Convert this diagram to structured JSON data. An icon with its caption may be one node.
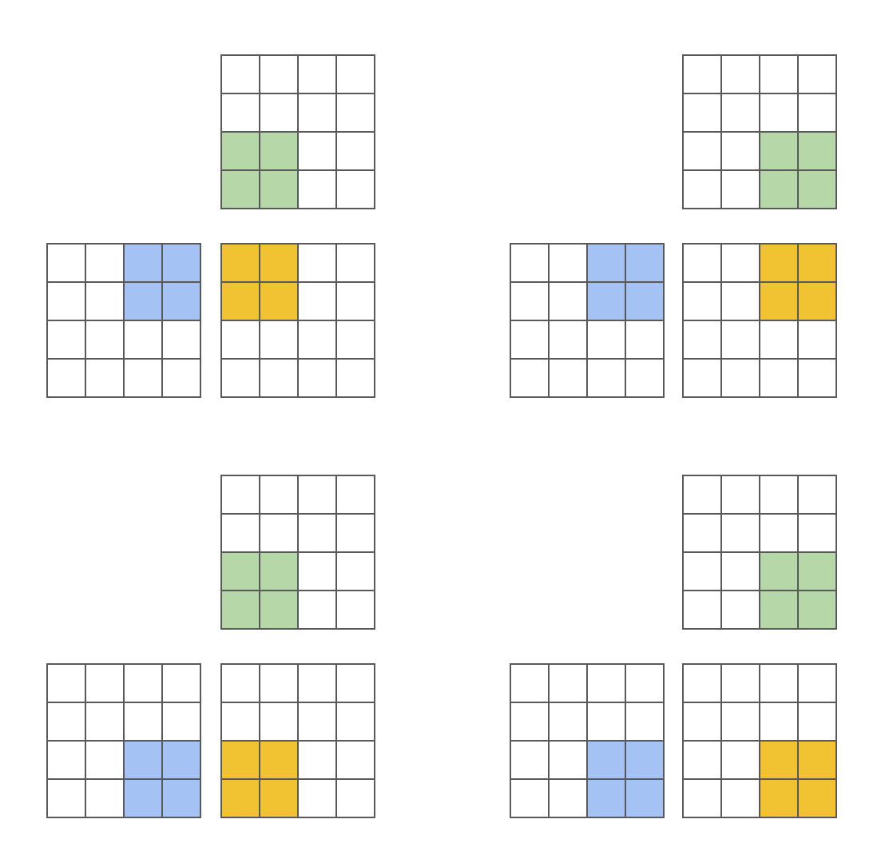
{
  "diagram": {
    "nodes": [
      {
        "text": [],
        "shape": "grid"
      },
      {
        "text": [],
        "shape": "grid"
      },
      {
        "text": [],
        "shape": "grid"
      },
      {
        "text": [],
        "shape": "grid"
      },
      {
        "text": [],
        "shape": "grid"
      },
      {
        "text": [],
        "shape": "grid"
      },
      {
        "text": [],
        "shape": "grid"
      },
      {
        "text": [],
        "shape": "grid"
      },
      {
        "text": [],
        "shape": "grid"
      },
      {
        "text": [],
        "shape": "grid"
      },
      {
        "text": [],
        "shape": "grid"
      },
      {
        "text": [],
        "shape": "grid"
      }
    ]
  }
}
